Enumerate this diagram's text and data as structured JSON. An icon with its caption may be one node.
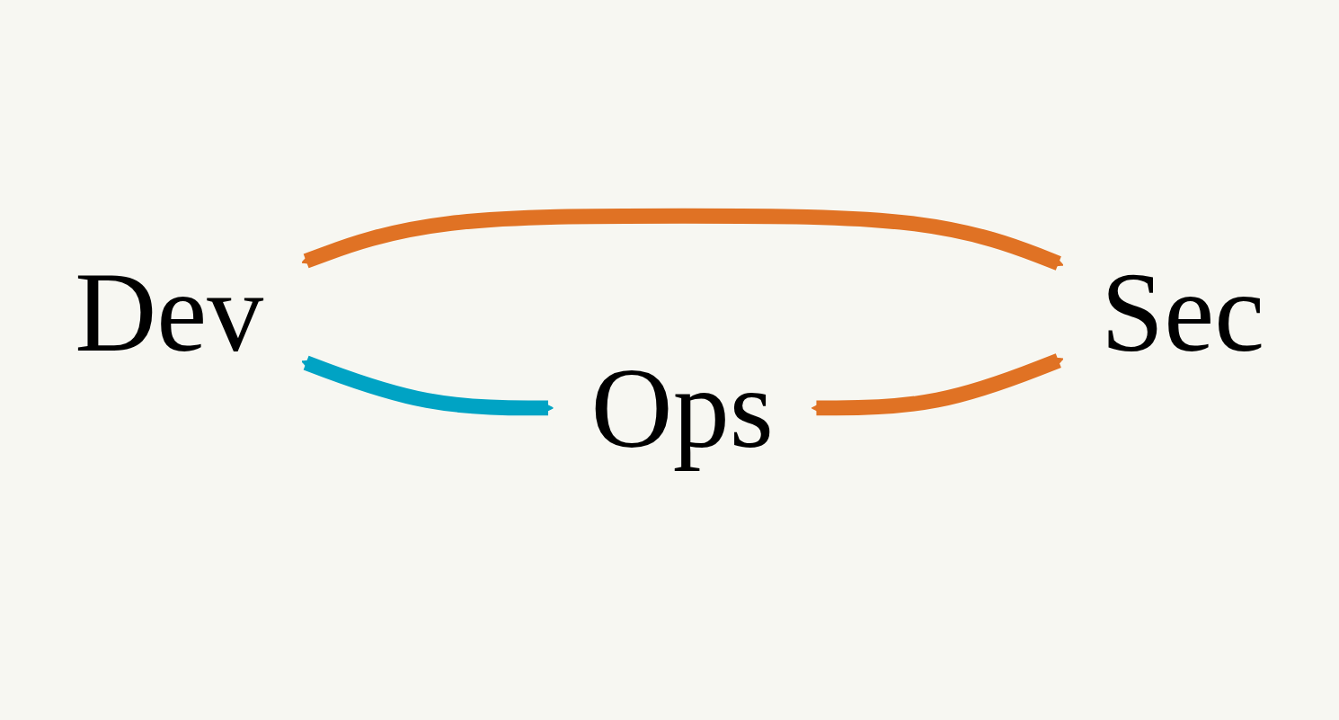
{
  "diagram": {
    "nodes": [
      {
        "text": [
          "Dev"
        ]
      },
      {
        "text": [
          "Ops"
        ]
      },
      {
        "text": [
          "Sec"
        ]
      }
    ],
    "edges": [
      {
        "from": 0,
        "to": 1,
        "arrow": "both",
        "color": "#00a3c4"
      },
      {
        "from": 0,
        "to": 2,
        "arrow": "both"
      },
      {
        "from": 1,
        "to": 2,
        "arrow": "both"
      }
    ]
  }
}
